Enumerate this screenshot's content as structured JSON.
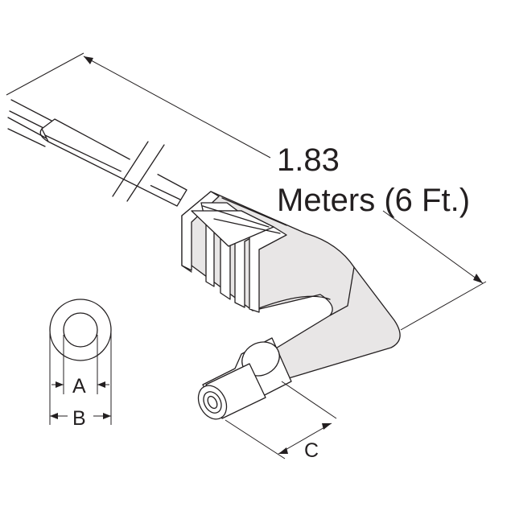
{
  "length_dimension": {
    "value": "1.83",
    "unit_text": "Meters (6 Ft.)"
  },
  "dimension_labels": {
    "a": "A",
    "b": "B",
    "c": "C"
  },
  "colors": {
    "line": "#231f20",
    "body": "#e8e6e6",
    "background": "#ffffff"
  }
}
